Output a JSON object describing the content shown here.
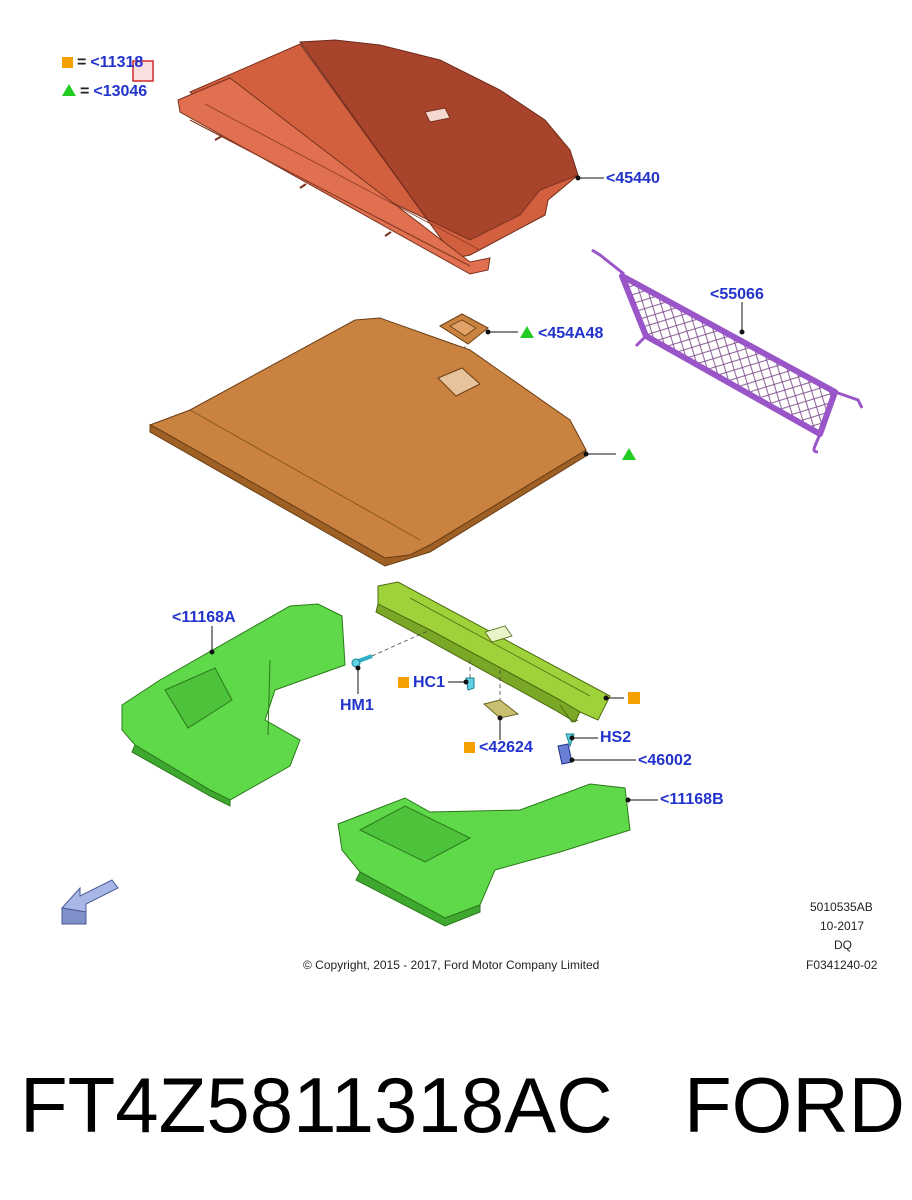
{
  "legend": {
    "square_ref": "<11318",
    "triangle_ref": "<13046",
    "equals": "="
  },
  "parts": {
    "load_cover": "<45440",
    "net": "<55066",
    "cap": "<454A48",
    "side_box_left": "<11168A",
    "side_box_right": "<11168B",
    "bracket_part": "<46002",
    "clip_part": "<42624",
    "hm1": "HM1",
    "hc1": "HC1",
    "hs2": "HS2"
  },
  "meta": {
    "code": "5010535AB",
    "date": "10-2017",
    "dq": "DQ",
    "ref": "F0341240-02",
    "copyright": "© Copyright, 2015 - 2017, Ford Motor Company Limited"
  },
  "footer": {
    "part_number": "FT4Z5811318AC",
    "brand": "FORD"
  },
  "colors": {
    "label_blue": "#2233cc",
    "square_marker": "#f5a000",
    "triangle_marker": "#22cc22",
    "cover": "#d2603f",
    "floor": "#c9823f",
    "net": "#9a55c8",
    "boxes": "#5fd94a",
    "rail": "#9fd13a"
  }
}
